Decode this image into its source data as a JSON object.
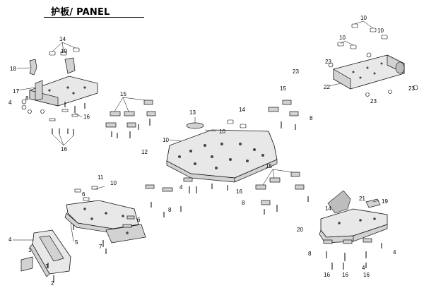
{
  "title": "护板/ PANEL",
  "callouts": {
    "c1": "1",
    "c2": "2",
    "c3": "3",
    "c4": "4",
    "c5": "5",
    "c6": "6",
    "c7": "7",
    "c8": "8",
    "c10": "10",
    "c11": "11",
    "c12": "12",
    "c13": "13",
    "c14": "14",
    "c15": "15",
    "c16": "16",
    "c17": "17",
    "c18": "18",
    "c19": "19",
    "c20": "20",
    "c21": "21",
    "c22": "22",
    "c23": "23"
  }
}
